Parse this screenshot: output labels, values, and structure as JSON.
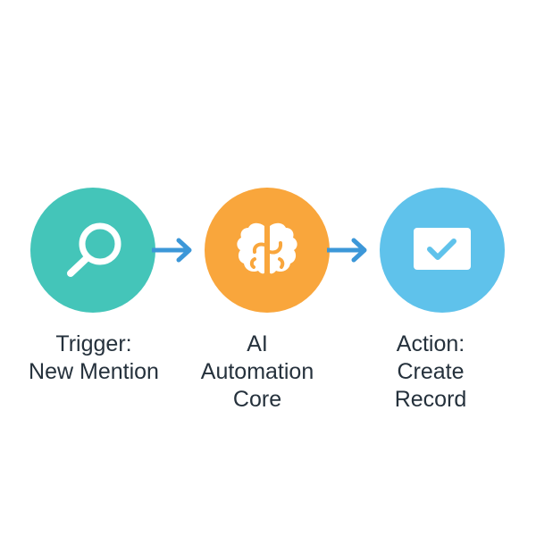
{
  "colors": {
    "trigger": "#44c5b9",
    "ai_core": "#f9a63c",
    "action": "#5fc2eb",
    "arrow": "#3c97d8",
    "icon": "#ffffff",
    "text": "#25313c"
  },
  "steps": [
    {
      "icon": "search-icon",
      "lines": [
        "Trigger:",
        "New Mention"
      ]
    },
    {
      "icon": "brain-icon",
      "lines": [
        "AI",
        "Automation",
        "Core"
      ]
    },
    {
      "icon": "check-card-icon",
      "lines": [
        "Action:",
        "Create",
        "Record"
      ]
    }
  ]
}
